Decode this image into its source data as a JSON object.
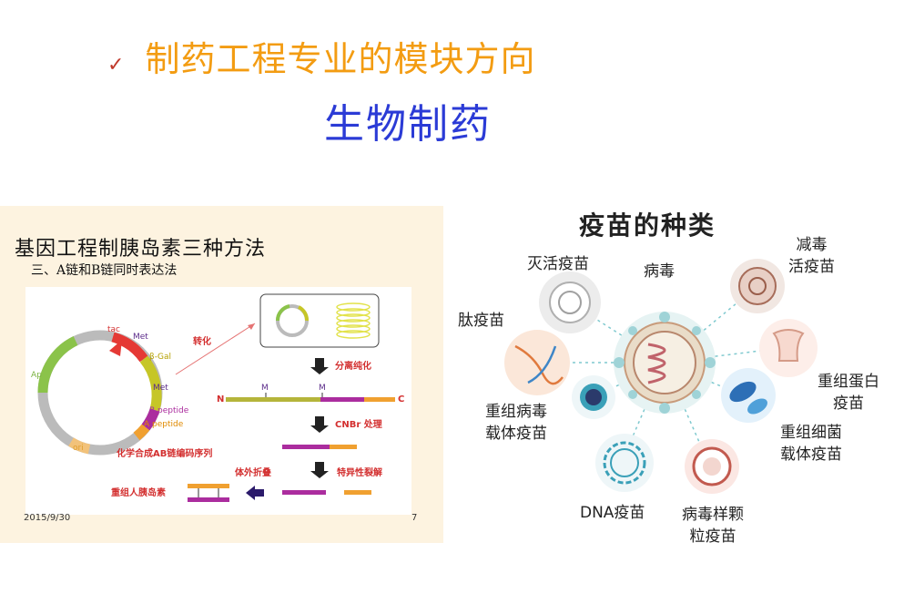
{
  "heading": {
    "check": "✓",
    "text": "制药工程专业的模块方向"
  },
  "subheading": "生物制药",
  "left_panel": {
    "title": "基因工程制胰岛素三种方法",
    "subtitle": "三、A链和B链同时表达法",
    "date": "2015/9/30",
    "page": "7",
    "labels": {
      "tac": "tac",
      "met1": "Met",
      "bgal": "β-Gal",
      "met2": "Met",
      "bpeptide": "B peptide",
      "apeptide": "A peptide",
      "ap": "Ap",
      "ori": "ori",
      "transform": "转化",
      "separate": "分离纯化",
      "m1": "M",
      "m2": "M",
      "n": "N",
      "c": "C",
      "cnbr": "CNBr 处理",
      "fold": "体外折叠",
      "cleave": "特异性裂解",
      "synth": "化学合成AB链编码序列",
      "recombinant": "重组人胰岛素"
    }
  },
  "right_panel": {
    "title": "疫苗的种类",
    "center": "病毒",
    "items": {
      "inactivated": "灭活疫苗",
      "attenuated": [
        "减毒",
        "活疫苗"
      ],
      "peptide": "肽疫苗",
      "protein": [
        "重组蛋白",
        "疫苗"
      ],
      "viral_vector": [
        "重组病毒",
        "载体疫苗"
      ],
      "bacterial_vector": [
        "重组细菌",
        "载体疫苗"
      ],
      "dna": "DNA疫苗",
      "vlp": [
        "病毒样颗",
        "粒疫苗"
      ]
    }
  }
}
